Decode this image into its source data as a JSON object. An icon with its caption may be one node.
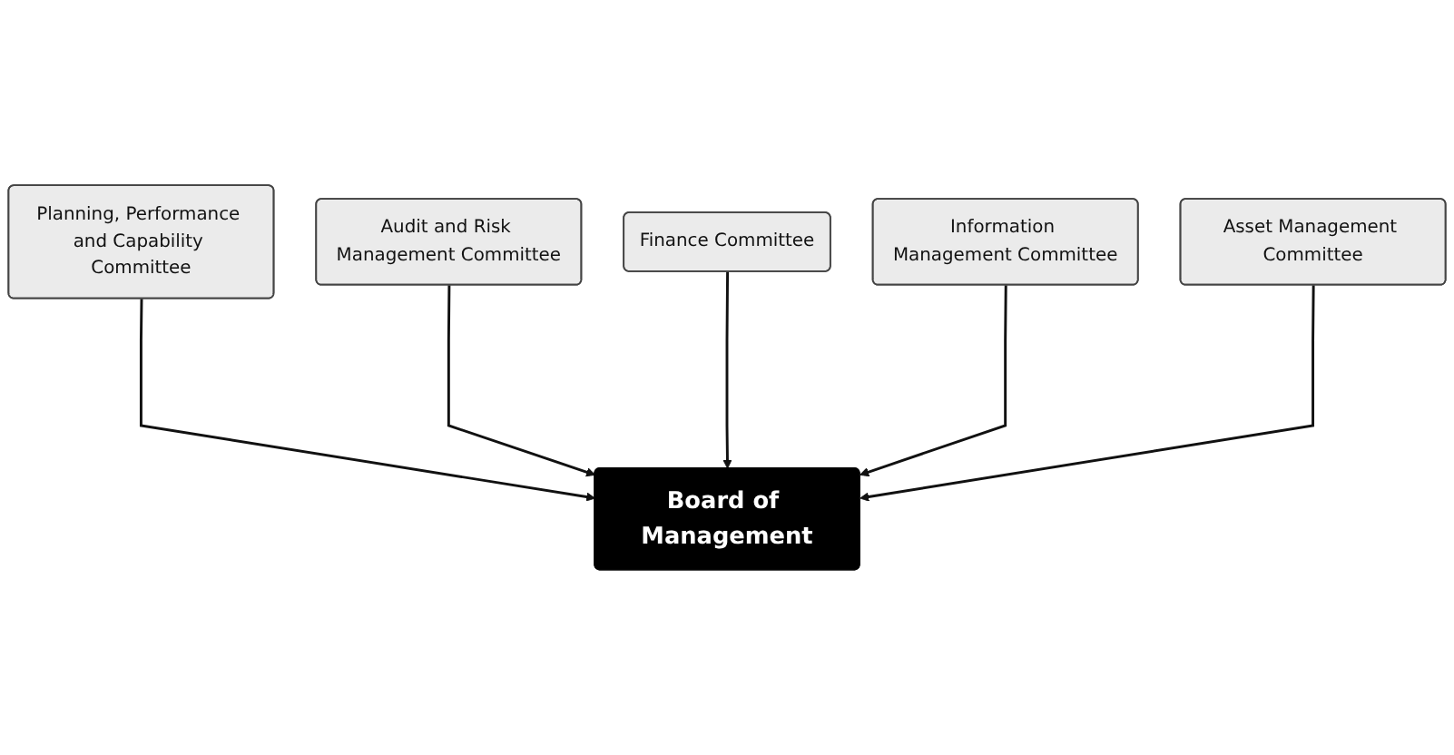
{
  "diagram": {
    "nodes": [
      {
        "text": [
          "Planning, Performance and Capability Committee"
        ]
      },
      {
        "text": [
          "Audit and Risk Management Committee"
        ]
      },
      {
        "text": [
          "Board of Management"
        ]
      },
      {
        "text": [
          "Finance Committee"
        ]
      },
      {
        "text": [
          "Asset Management Committee"
        ]
      },
      {
        "text": [
          "Information Management Committee"
        ]
      }
    ],
    "edges": [
      {
        "from": 0,
        "to": 2,
        "arrow": "to"
      },
      {
        "from": 1,
        "to": 2,
        "arrow": "to"
      },
      {
        "from": 3,
        "to": 2,
        "arrow": "to"
      },
      {
        "from": 5,
        "to": 2,
        "arrow": "to"
      },
      {
        "from": 4,
        "to": 2,
        "arrow": "to"
      }
    ]
  }
}
